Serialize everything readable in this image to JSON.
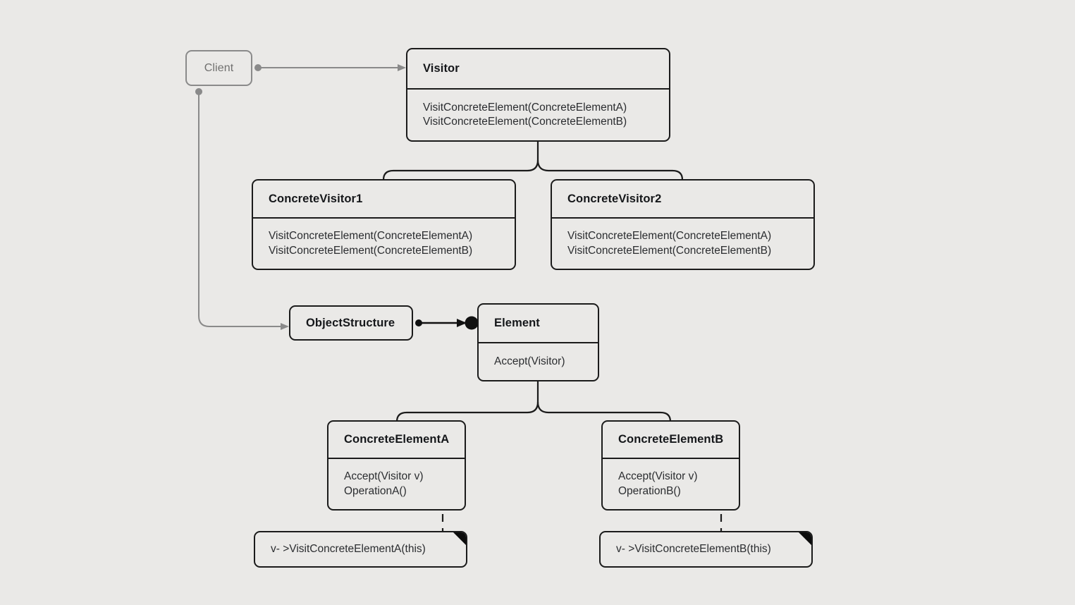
{
  "diagram": {
    "title": "Visitor design pattern UML class diagram",
    "background_color": "#eae9e7",
    "stroke_color": "#1b1b1b",
    "muted_color": "#8a8a8a"
  },
  "nodes": {
    "client": {
      "name": "Client",
      "methods": []
    },
    "visitor": {
      "name": "Visitor",
      "methods": [
        "VisitConcreteElement(ConcreteElementA)",
        "VisitConcreteElement(ConcreteElementB)"
      ]
    },
    "concrete_visitor_1": {
      "name": "ConcreteVisitor1",
      "methods": [
        "VisitConcreteElement(ConcreteElementA)",
        "VisitConcreteElement(ConcreteElementB)"
      ]
    },
    "concrete_visitor_2": {
      "name": "ConcreteVisitor2",
      "methods": [
        "VisitConcreteElement(ConcreteElementA)",
        "VisitConcreteElement(ConcreteElementB)"
      ]
    },
    "object_structure": {
      "name": "ObjectStructure",
      "methods": []
    },
    "element": {
      "name": "Element",
      "methods": [
        "Accept(Visitor)"
      ]
    },
    "concrete_element_a": {
      "name": "ConcreteElementA",
      "methods": [
        "Accept(Visitor v)",
        "OperationA()"
      ]
    },
    "concrete_element_b": {
      "name": "ConcreteElementB",
      "methods": [
        "Accept(Visitor v)",
        "OperationB()"
      ]
    }
  },
  "notes": {
    "note_a": {
      "text": "v- >VisitConcreteElementA(this)"
    },
    "note_b": {
      "text": "v- >VisitConcreteElementB(this)"
    }
  },
  "connectors": [
    {
      "id": "client-to-visitor",
      "kind": "association",
      "from": "Client",
      "to": "Visitor"
    },
    {
      "id": "client-to-object-structure",
      "kind": "association",
      "from": "Client",
      "to": "ObjectStructure"
    },
    {
      "id": "visitor-generalization",
      "kind": "generalization",
      "from": "ConcreteVisitor1, ConcreteVisitor2",
      "to": "Visitor"
    },
    {
      "id": "object-structure-to-element",
      "kind": "aggregation",
      "from": "ObjectStructure",
      "to": "Element"
    },
    {
      "id": "element-generalization",
      "kind": "generalization",
      "from": "ConcreteElementA, ConcreteElementB",
      "to": "Element"
    },
    {
      "id": "note-a-anchor",
      "kind": "note-link",
      "from": "ConcreteElementA",
      "to": "v- >VisitConcreteElementA(this)"
    },
    {
      "id": "note-b-anchor",
      "kind": "note-link",
      "from": "ConcreteElementB",
      "to": "v- >VisitConcreteElementB(this)"
    }
  ]
}
